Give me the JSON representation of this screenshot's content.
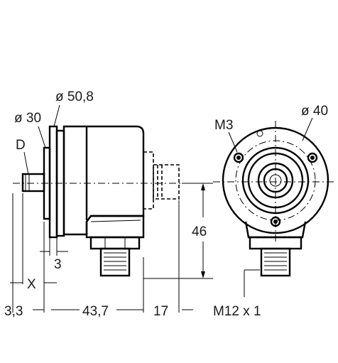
{
  "labels": {
    "dia_flange": "ø 50,8",
    "dia_pilot": "ø 30",
    "shaft_d": "D",
    "dia_body": "ø 40",
    "thread_m3": "M3",
    "dim_46": "46",
    "dim_3": "3",
    "dim_x": "X",
    "dim_3_3": "3,3",
    "dim_43_7": "43,7",
    "dim_17": "17",
    "connector": "M12 x 1"
  }
}
